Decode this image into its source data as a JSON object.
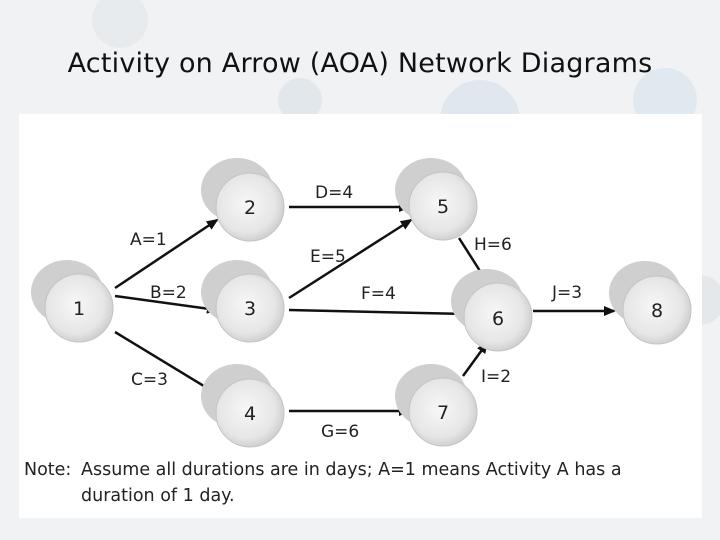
{
  "title": "Activity on Arrow (AOA) Network Diagrams",
  "diagram": {
    "nodes": [
      {
        "id": "n1",
        "label": "1"
      },
      {
        "id": "n2",
        "label": "2"
      },
      {
        "id": "n3",
        "label": "3"
      },
      {
        "id": "n4",
        "label": "4"
      },
      {
        "id": "n5",
        "label": "5"
      },
      {
        "id": "n6",
        "label": "6"
      },
      {
        "id": "n7",
        "label": "7"
      },
      {
        "id": "n8",
        "label": "8"
      }
    ],
    "edges": [
      {
        "from": "1",
        "to": "2",
        "label": "A=1"
      },
      {
        "from": "1",
        "to": "3",
        "label": "B=2"
      },
      {
        "from": "1",
        "to": "4",
        "label": "C=3"
      },
      {
        "from": "2",
        "to": "5",
        "label": "D=4"
      },
      {
        "from": "3",
        "to": "5",
        "label": "E=5"
      },
      {
        "from": "3",
        "to": "6",
        "label": "F=4"
      },
      {
        "from": "4",
        "to": "7",
        "label": "G=6"
      },
      {
        "from": "5",
        "to": "6",
        "label": "H=6"
      },
      {
        "from": "7",
        "to": "6",
        "label": "I=2"
      },
      {
        "from": "6",
        "to": "8",
        "label": "J=3"
      }
    ]
  },
  "note": {
    "label": "Note:",
    "line1": "Assume all durations are in days;  A=1 means Activity A has a",
    "line2": "duration of 1 day."
  }
}
